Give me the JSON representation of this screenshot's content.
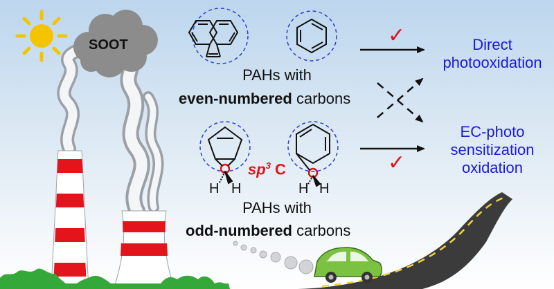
{
  "soot_label": "SOOT",
  "even_group": {
    "line1": "PAHs with",
    "emphasis": "even-numbered",
    "tail": "carbons"
  },
  "odd_group": {
    "line1": "PAHs with",
    "emphasis": "odd-numbered",
    "tail": "carbons"
  },
  "sp3": {
    "prefix": "sp",
    "superscript": "3",
    "suffix": "C"
  },
  "hydrogen": "H",
  "outcome_top": {
    "line1": "Direct",
    "line2": "photooxidation"
  },
  "outcome_bottom": {
    "line1": "EC-photo",
    "line2": "sensitization",
    "line3": "oxidation"
  },
  "check_mark": "✓",
  "colors": {
    "outcome_text": "#1a1ad8",
    "check": "#e0141b",
    "sp3_text": "#e0141b",
    "stripe": "#e3141c",
    "ring_dash": "#2c3ed0",
    "sun": "#f5c400",
    "car": "#7bc142"
  }
}
